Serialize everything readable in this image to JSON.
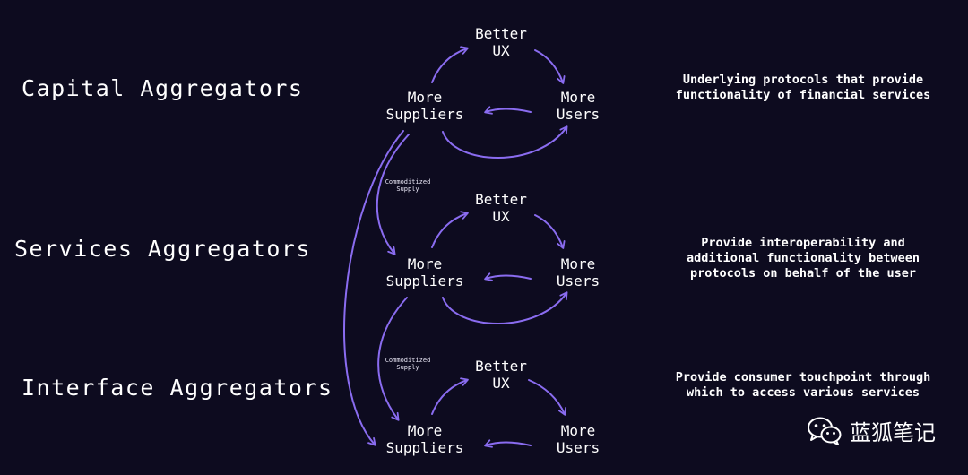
{
  "levels": [
    {
      "title": "Capital Aggregators",
      "description": [
        "Underlying protocols that provide",
        "functionality of financial services"
      ],
      "top_node": [
        "Better",
        "UX"
      ],
      "left_node": [
        "More",
        "Suppliers"
      ],
      "right_node": [
        "More",
        "Users"
      ]
    },
    {
      "title": "Services Aggregators",
      "description": [
        "Provide interoperability and",
        "additional functionality between",
        "protocols on behalf of the user"
      ],
      "top_node": [
        "Better",
        "UX"
      ],
      "left_node": [
        "More",
        "Suppliers"
      ],
      "right_node": [
        "More",
        "Users"
      ]
    },
    {
      "title": "Interface Aggregators",
      "description": [
        "Provide consumer touchpoint through",
        "which to access various services"
      ],
      "top_node": [
        "Better",
        "UX"
      ],
      "left_node": [
        "More",
        "Suppliers"
      ],
      "right_node": [
        "More",
        "Users"
      ]
    }
  ],
  "flow_labels": [
    [
      "Commoditized",
      "Supply"
    ],
    [
      "Commoditized",
      "Supply"
    ]
  ],
  "watermark": {
    "text": "蓝狐笔记",
    "icon": "wechat-icon"
  },
  "colors": {
    "background": "#0d0b1f",
    "arrow": "#8a6cf0",
    "text": "#ffffff"
  }
}
